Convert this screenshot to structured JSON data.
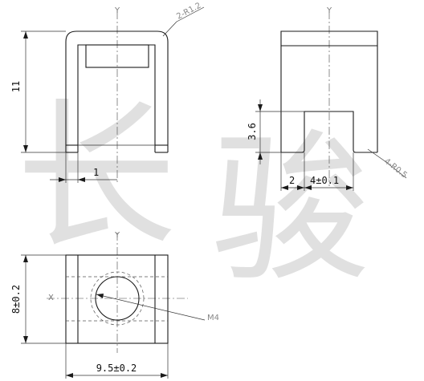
{
  "watermark": {
    "char_1": "长",
    "char_2": "骏"
  },
  "front_view": {
    "axis_label_y": "Y",
    "dim_height": "11",
    "dim_thickness": "1",
    "callout_radius": "2-R1.2"
  },
  "side_view": {
    "axis_label_y": "Y",
    "dim_slot_height": "3.6",
    "dim_offset": "2",
    "dim_slot_width": "4±0.1",
    "callout_radius": "4-R0.5"
  },
  "top_view": {
    "axis_label_y": "Y",
    "axis_label_x": "X",
    "dim_height": "8±0.2",
    "dim_width": "9.5±0.2",
    "thread_label": "M4"
  }
}
